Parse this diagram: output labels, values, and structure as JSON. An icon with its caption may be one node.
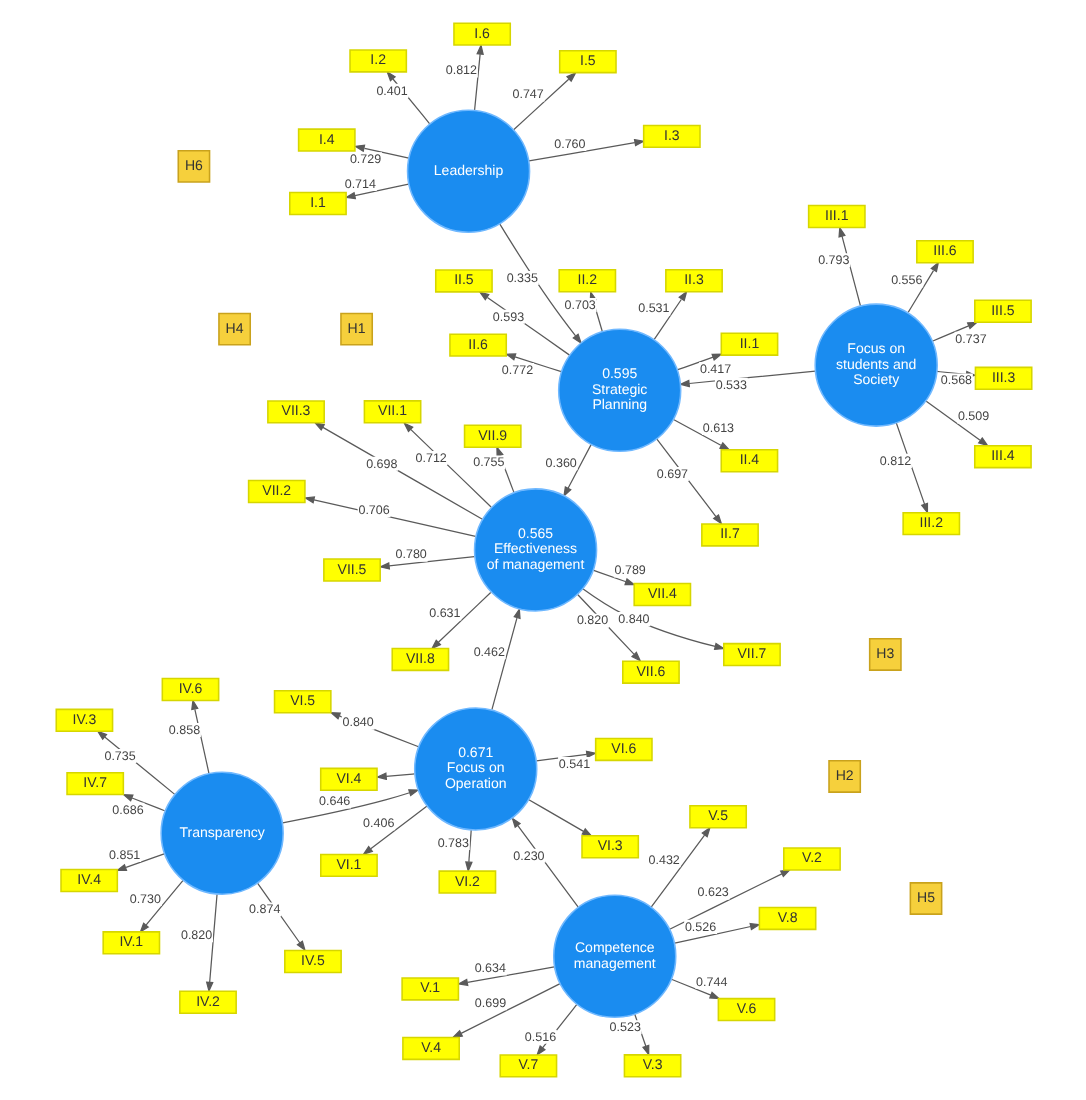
{
  "diagram": {
    "nodes": [
      {
        "text": [
          "Leadership"
        ]
      },
      {
        "text": [
          "I.1"
        ]
      },
      {
        "text": [
          "I.2"
        ]
      },
      {
        "text": [
          "I.3"
        ]
      },
      {
        "text": [
          "I.4"
        ]
      },
      {
        "text": [
          "I.5"
        ]
      },
      {
        "text": [
          "I.6"
        ]
      },
      {
        "text": [
          "0.595",
          "Strategic Planning"
        ]
      },
      {
        "text": [
          "II.1"
        ]
      },
      {
        "text": [
          "II.2"
        ]
      },
      {
        "text": [
          "II.3"
        ]
      },
      {
        "text": [
          "II.4"
        ]
      },
      {
        "text": [
          "II.5"
        ]
      },
      {
        "text": [
          "II.6"
        ]
      },
      {
        "text": [
          "II.7"
        ]
      },
      {
        "text": [
          "Focus on students and Society"
        ]
      },
      {
        "text": [
          "III.1"
        ]
      },
      {
        "text": [
          "III.2"
        ]
      },
      {
        "text": [
          "III.3"
        ]
      },
      {
        "text": [
          "III.4"
        ]
      },
      {
        "text": [
          "III.5"
        ]
      },
      {
        "text": [
          "III.6"
        ]
      },
      {
        "text": [
          "Transparency"
        ]
      },
      {
        "text": [
          "IV.1"
        ]
      },
      {
        "text": [
          "IV.2"
        ]
      },
      {
        "text": [
          "IV.3"
        ]
      },
      {
        "text": [
          "IV.4"
        ]
      },
      {
        "text": [
          "IV.5"
        ]
      },
      {
        "text": [
          "IV.6"
        ]
      },
      {
        "text": [
          "IV.7"
        ]
      },
      {
        "text": [
          "Competence management"
        ]
      },
      {
        "text": [
          "V.1"
        ]
      },
      {
        "text": [
          "V.2"
        ]
      },
      {
        "text": [
          "V.3"
        ]
      },
      {
        "text": [
          "V.4"
        ]
      },
      {
        "text": [
          "V.5"
        ]
      },
      {
        "text": [
          "V.6"
        ]
      },
      {
        "text": [
          "V.7"
        ]
      },
      {
        "text": [
          "V.8"
        ]
      },
      {
        "text": [
          "0.671",
          "Focus on Operation"
        ]
      },
      {
        "text": [
          "VI.1"
        ]
      },
      {
        "text": [
          "VI.2"
        ]
      },
      {
        "text": [
          "VI.3"
        ]
      },
      {
        "text": [
          "VI.4"
        ]
      },
      {
        "text": [
          "VI.5"
        ]
      },
      {
        "text": [
          "VI.6"
        ]
      },
      {
        "text": [
          "0.565",
          "Effectiveness of management"
        ]
      },
      {
        "text": [
          "VII.1"
        ]
      },
      {
        "text": [
          "VII.2"
        ]
      },
      {
        "text": [
          "VII.3"
        ]
      },
      {
        "text": [
          "VII.4"
        ]
      },
      {
        "text": [
          "VII.5"
        ]
      },
      {
        "text": [
          "VII.6"
        ]
      },
      {
        "text": [
          "VII.7"
        ]
      },
      {
        "text": [
          "VII.8"
        ]
      },
      {
        "text": [
          "VII.9"
        ]
      },
      {
        "text": [
          "H1"
        ]
      },
      {
        "text": [
          "H2"
        ]
      },
      {
        "text": [
          "H3"
        ]
      },
      {
        "text": [
          "H4"
        ]
      },
      {
        "text": [
          "H5"
        ]
      },
      {
        "text": [
          "H6"
        ]
      }
    ],
    "edges": [
      {
        "from": 0,
        "to": 7,
        "arrow": "to",
        "label": "0.335"
      },
      {
        "from": 15,
        "to": 7,
        "arrow": "to",
        "label": "0.533"
      },
      {
        "from": 7,
        "to": 46,
        "arrow": "to",
        "label": "0.360"
      },
      {
        "from": 22,
        "to": 39,
        "arrow": "to",
        "label": "0.646"
      },
      {
        "from": 30,
        "to": 39,
        "arrow": "to",
        "label": "0.230"
      },
      {
        "from": 39,
        "to": 46,
        "arrow": "to",
        "label": "0.462"
      },
      {
        "from": 0,
        "to": 1,
        "arrow": "to",
        "label": "0.714"
      },
      {
        "from": 0,
        "to": 2,
        "arrow": "to",
        "label": "0.401"
      },
      {
        "from": 0,
        "to": 3,
        "arrow": "to",
        "label": "0.760"
      },
      {
        "from": 0,
        "to": 4,
        "arrow": "to",
        "label": "0.729"
      },
      {
        "from": 0,
        "to": 5,
        "arrow": "to",
        "label": "0.747"
      },
      {
        "from": 0,
        "to": 6,
        "arrow": "to",
        "label": "0.812"
      },
      {
        "from": 7,
        "to": 8,
        "arrow": "to",
        "label": "0.417"
      },
      {
        "from": 7,
        "to": 9,
        "arrow": "to",
        "label": "0.703"
      },
      {
        "from": 7,
        "to": 10,
        "arrow": "to",
        "label": "0.531"
      },
      {
        "from": 7,
        "to": 11,
        "arrow": "to",
        "label": "0.613"
      },
      {
        "from": 7,
        "to": 12,
        "arrow": "to",
        "label": "0.593"
      },
      {
        "from": 7,
        "to": 13,
        "arrow": "to",
        "label": "0.772"
      },
      {
        "from": 7,
        "to": 14,
        "arrow": "to",
        "label": "0.697"
      },
      {
        "from": 15,
        "to": 16,
        "arrow": "to",
        "label": "0.793"
      },
      {
        "from": 15,
        "to": 17,
        "arrow": "to",
        "label": "0.812"
      },
      {
        "from": 15,
        "to": 18,
        "arrow": "to",
        "label": "0.568"
      },
      {
        "from": 15,
        "to": 19,
        "arrow": "to",
        "label": "0.509"
      },
      {
        "from": 15,
        "to": 20,
        "arrow": "to",
        "label": "0.737"
      },
      {
        "from": 15,
        "to": 21,
        "arrow": "to",
        "label": "0.556"
      },
      {
        "from": 22,
        "to": 23,
        "arrow": "to",
        "label": "0.730"
      },
      {
        "from": 22,
        "to": 24,
        "arrow": "to",
        "label": "0.820"
      },
      {
        "from": 22,
        "to": 25,
        "arrow": "to",
        "label": "0.735"
      },
      {
        "from": 22,
        "to": 26,
        "arrow": "to",
        "label": "0.851"
      },
      {
        "from": 22,
        "to": 27,
        "arrow": "to",
        "label": "0.874"
      },
      {
        "from": 22,
        "to": 28,
        "arrow": "to",
        "label": "0.858"
      },
      {
        "from": 22,
        "to": 29,
        "arrow": "to",
        "label": "0.686"
      },
      {
        "from": 30,
        "to": 31,
        "arrow": "to",
        "label": "0.634"
      },
      {
        "from": 30,
        "to": 32,
        "arrow": "to",
        "label": "0.623"
      },
      {
        "from": 30,
        "to": 33,
        "arrow": "to",
        "label": "0.523"
      },
      {
        "from": 30,
        "to": 34,
        "arrow": "to",
        "label": "0.699"
      },
      {
        "from": 30,
        "to": 35,
        "arrow": "to",
        "label": "0.432"
      },
      {
        "from": 30,
        "to": 36,
        "arrow": "to",
        "label": "0.744"
      },
      {
        "from": 30,
        "to": 37,
        "arrow": "to",
        "label": "0.516"
      },
      {
        "from": 30,
        "to": 38,
        "arrow": "to",
        "label": "0.526"
      },
      {
        "from": 39,
        "to": 40,
        "arrow": "to",
        "label": "0.406"
      },
      {
        "from": 39,
        "to": 41,
        "arrow": "to",
        "label": "0.783"
      },
      {
        "from": 39,
        "to": 42,
        "arrow": "to"
      },
      {
        "from": 39,
        "to": 43,
        "arrow": "to"
      },
      {
        "from": 39,
        "to": 44,
        "arrow": "to",
        "label": "0.840"
      },
      {
        "from": 39,
        "to": 45,
        "arrow": "to",
        "label": "0.541"
      },
      {
        "from": 46,
        "to": 47,
        "arrow": "to",
        "label": "0.712"
      },
      {
        "from": 46,
        "to": 48,
        "arrow": "to",
        "label": "0.706"
      },
      {
        "from": 46,
        "to": 49,
        "arrow": "to",
        "label": "0.698"
      },
      {
        "from": 46,
        "to": 50,
        "arrow": "to",
        "label": "0.789"
      },
      {
        "from": 46,
        "to": 51,
        "arrow": "to",
        "label": "0.780"
      },
      {
        "from": 46,
        "to": 52,
        "arrow": "to",
        "label": "0.820"
      },
      {
        "from": 46,
        "to": 53,
        "arrow": "to",
        "label": "0.840"
      },
      {
        "from": 46,
        "to": 54,
        "arrow": "to",
        "label": "0.631"
      },
      {
        "from": 46,
        "to": 55,
        "arrow": "to",
        "label": "0.755"
      }
    ]
  }
}
